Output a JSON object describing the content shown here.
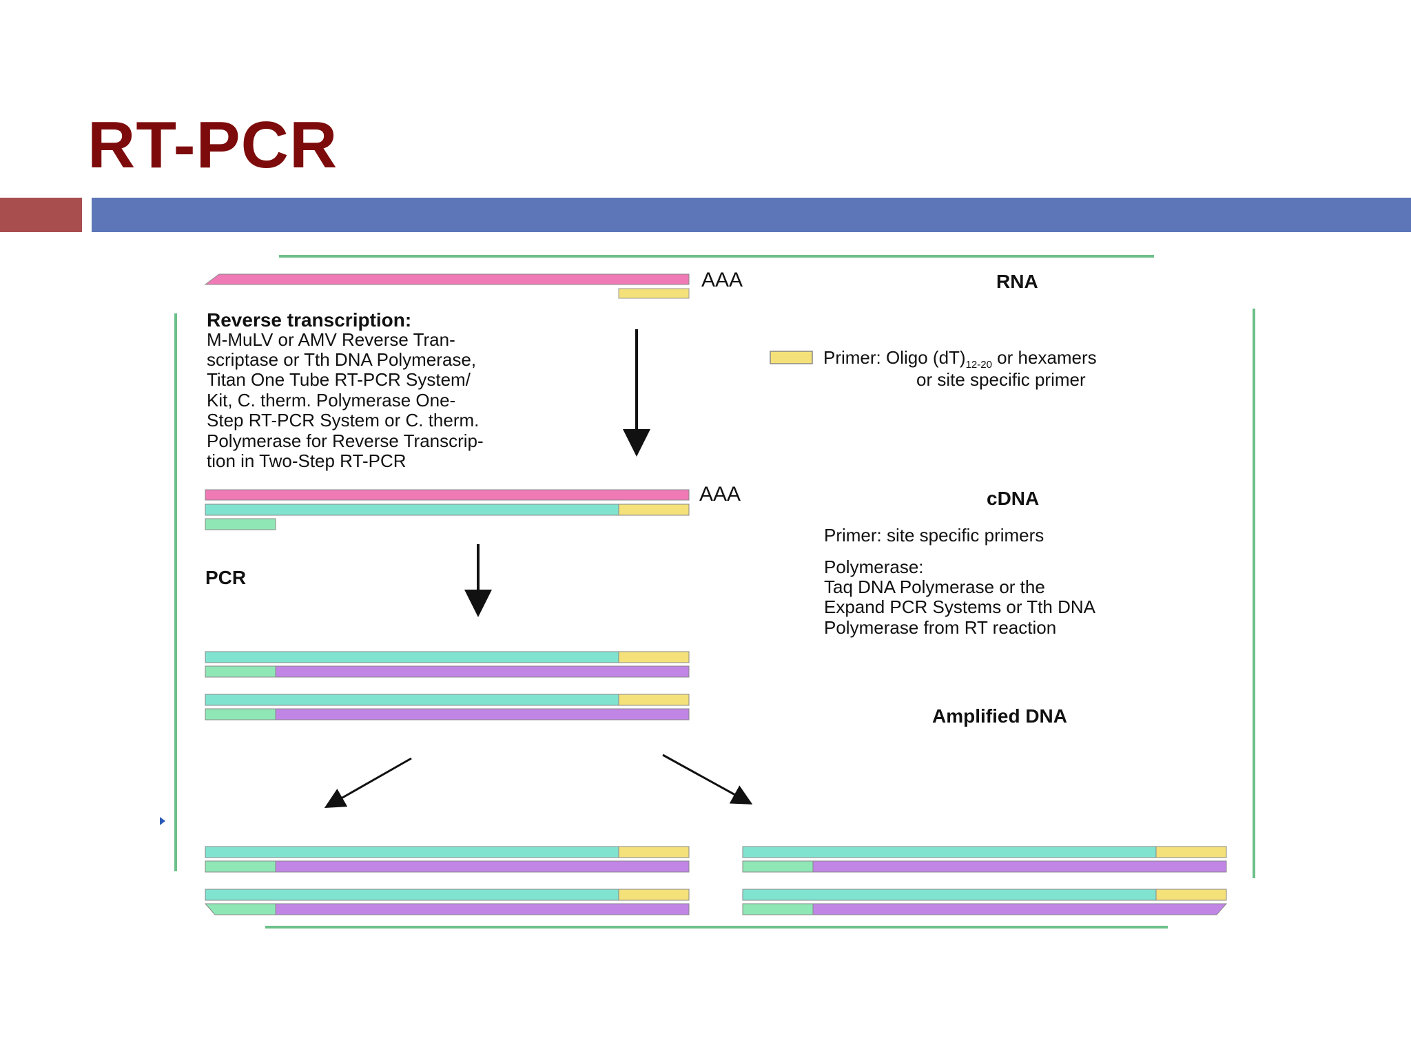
{
  "slide": {
    "title": "RT-PCR"
  },
  "colors": {
    "title": "#7d0b0b",
    "accent_left": "#a84e4e",
    "accent_right": "#5c76b8",
    "frame": "#6cc08a",
    "rna_strand": "#f07ab6",
    "cdna_strand": "#7fe3cf",
    "primer": "#f5e17a",
    "new_strand": "#c185e6",
    "short_primer": "#8fe7b6"
  },
  "diagram": {
    "rna": {
      "polyA": "AAA",
      "label": "RNA"
    },
    "reverse_transcription": {
      "heading": "Reverse transcription:",
      "lines": [
        "M-MuLV or AMV Reverse Tran-",
        "scriptase or Tth DNA Polymerase,",
        "Titan One Tube RT-PCR System/",
        "Kit, C. therm. Polymerase One-",
        "Step RT-PCR System or C. therm.",
        "Polymerase for Reverse Transcrip-",
        "tion in Two-Step RT-PCR"
      ]
    },
    "primer_legend": {
      "prefix": "Primer:  Oligo (dT)",
      "subscript": "12-20",
      "suffix": " or hexamers",
      "line2": "or site specific primer"
    },
    "cdna": {
      "polyA": "AAA",
      "label": "cDNA"
    },
    "pcr": {
      "label": "PCR",
      "primer_text": "Primer:  site specific primers",
      "polymerase_lines": [
        "Polymerase:",
        "Taq DNA Polymerase or the",
        "Expand PCR Systems or Tth DNA",
        "Polymerase from RT reaction"
      ]
    },
    "amplified": {
      "label": "Amplified DNA"
    }
  }
}
